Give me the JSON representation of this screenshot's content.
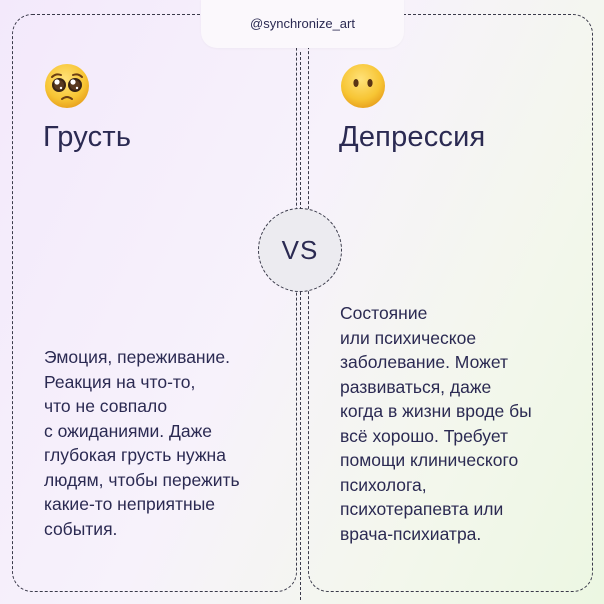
{
  "handle": "@synchronize_art",
  "vs_label": "VS",
  "left": {
    "emoji_icon": "pleading-face-emoji",
    "title": "Грусть",
    "lines": [
      "Эмоция, переживание.",
      "Реакция на что-то,",
      "что не совпало",
      "с ожиданиями. Даже",
      "глубокая грусть нужна",
      "людям, чтобы пережить",
      "какие-то неприятные",
      "события."
    ]
  },
  "right": {
    "emoji_icon": "face-without-mouth-emoji",
    "title": "Депрессия",
    "lines": [
      "Состояние",
      "или психическое",
      "заболевание. Может",
      "развиваться, даже",
      "когда в жизни вроде бы",
      "всё хорошо. Требует",
      "помощи клинического",
      "психолога,",
      "психотерапевта или",
      "врача-психиатра."
    ]
  },
  "colors": {
    "text": "#2b2a52",
    "emoji_yellow": "#f7c534",
    "border": "#3a3a4a"
  }
}
